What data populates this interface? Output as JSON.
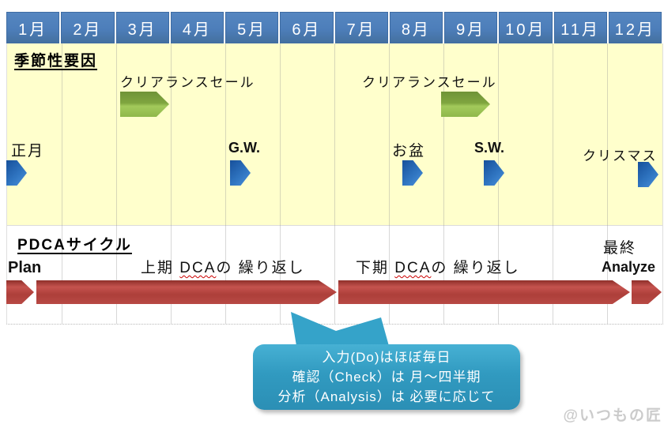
{
  "months": [
    "1月",
    "2月",
    "3月",
    "4月",
    "5月",
    "6月",
    "7月",
    "8月",
    "9月",
    "10月",
    "11月",
    "12月"
  ],
  "seasonal": {
    "heading": "季節性要因",
    "clearance_sale_1": {
      "label": "クリアランスセール",
      "month": "3月"
    },
    "clearance_sale_2": {
      "label": "クリアランスセール",
      "month": "9月"
    },
    "events": {
      "new_year": {
        "label": "正月",
        "month": "1月"
      },
      "golden_week": {
        "label": "G.W.",
        "month": "5月"
      },
      "obon": {
        "label": "お盆",
        "month": "8月"
      },
      "silver_week": {
        "label": "S.W.",
        "month": "9月"
      },
      "christmas": {
        "label": "クリスマス",
        "month": "12月"
      }
    }
  },
  "pdca": {
    "heading": "PDCAサイクル",
    "plan_label": "Plan",
    "first_half_prefix": "上期 ",
    "first_half_dca": "DCA",
    "first_half_suffix": "の 繰り返し",
    "second_half_prefix": "下期 ",
    "second_half_dca": "DCA",
    "second_half_suffix": "の 繰り返し",
    "final_line1": "最終",
    "final_line2": "Analyze"
  },
  "callout": {
    "line1": "入力(Do)はほぼ毎日",
    "line2": "確認（Check）は 月～四半期",
    "line3": "分析（Analysis）は 必要に応じて"
  },
  "watermark": "@いつもの匠",
  "colors": {
    "header_blue": "#4d7eba",
    "season_bg": "#ffffcc",
    "green_arrow": "#8fb84b",
    "blue_arrow": "#2f74c0",
    "red_arrow": "#b8433e",
    "callout_teal": "#319ac0"
  }
}
